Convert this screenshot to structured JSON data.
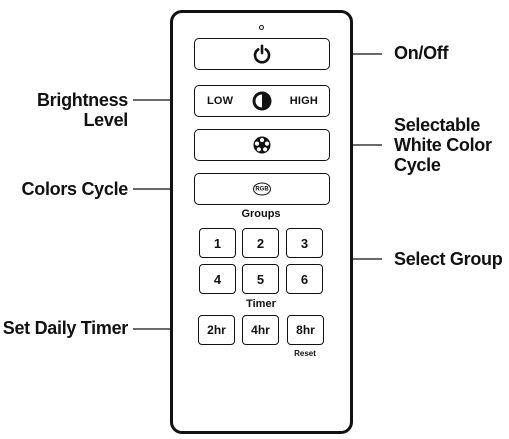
{
  "callouts": {
    "on_off": "On/Off",
    "brightness": [
      "Brightness",
      "Level"
    ],
    "selectable_white": [
      "Selectable",
      "White Color",
      "Cycle"
    ],
    "colors_cycle": "Colors Cycle",
    "select_group": "Select Group",
    "set_timer": "Set Daily Timer"
  },
  "remote": {
    "power_icon": "power-icon",
    "brightness": {
      "low": "LOW",
      "high": "HIGH",
      "icon": "brightness-half-icon"
    },
    "white_cycle_icon": "color-wheel-icon",
    "rgb_label": "RGB",
    "groups_label": "Groups",
    "groups": [
      "1",
      "2",
      "3",
      "4",
      "5",
      "6"
    ],
    "timer_label": "Timer",
    "timers": [
      "2hr",
      "4hr",
      "8hr"
    ],
    "reset_label": "Reset"
  }
}
